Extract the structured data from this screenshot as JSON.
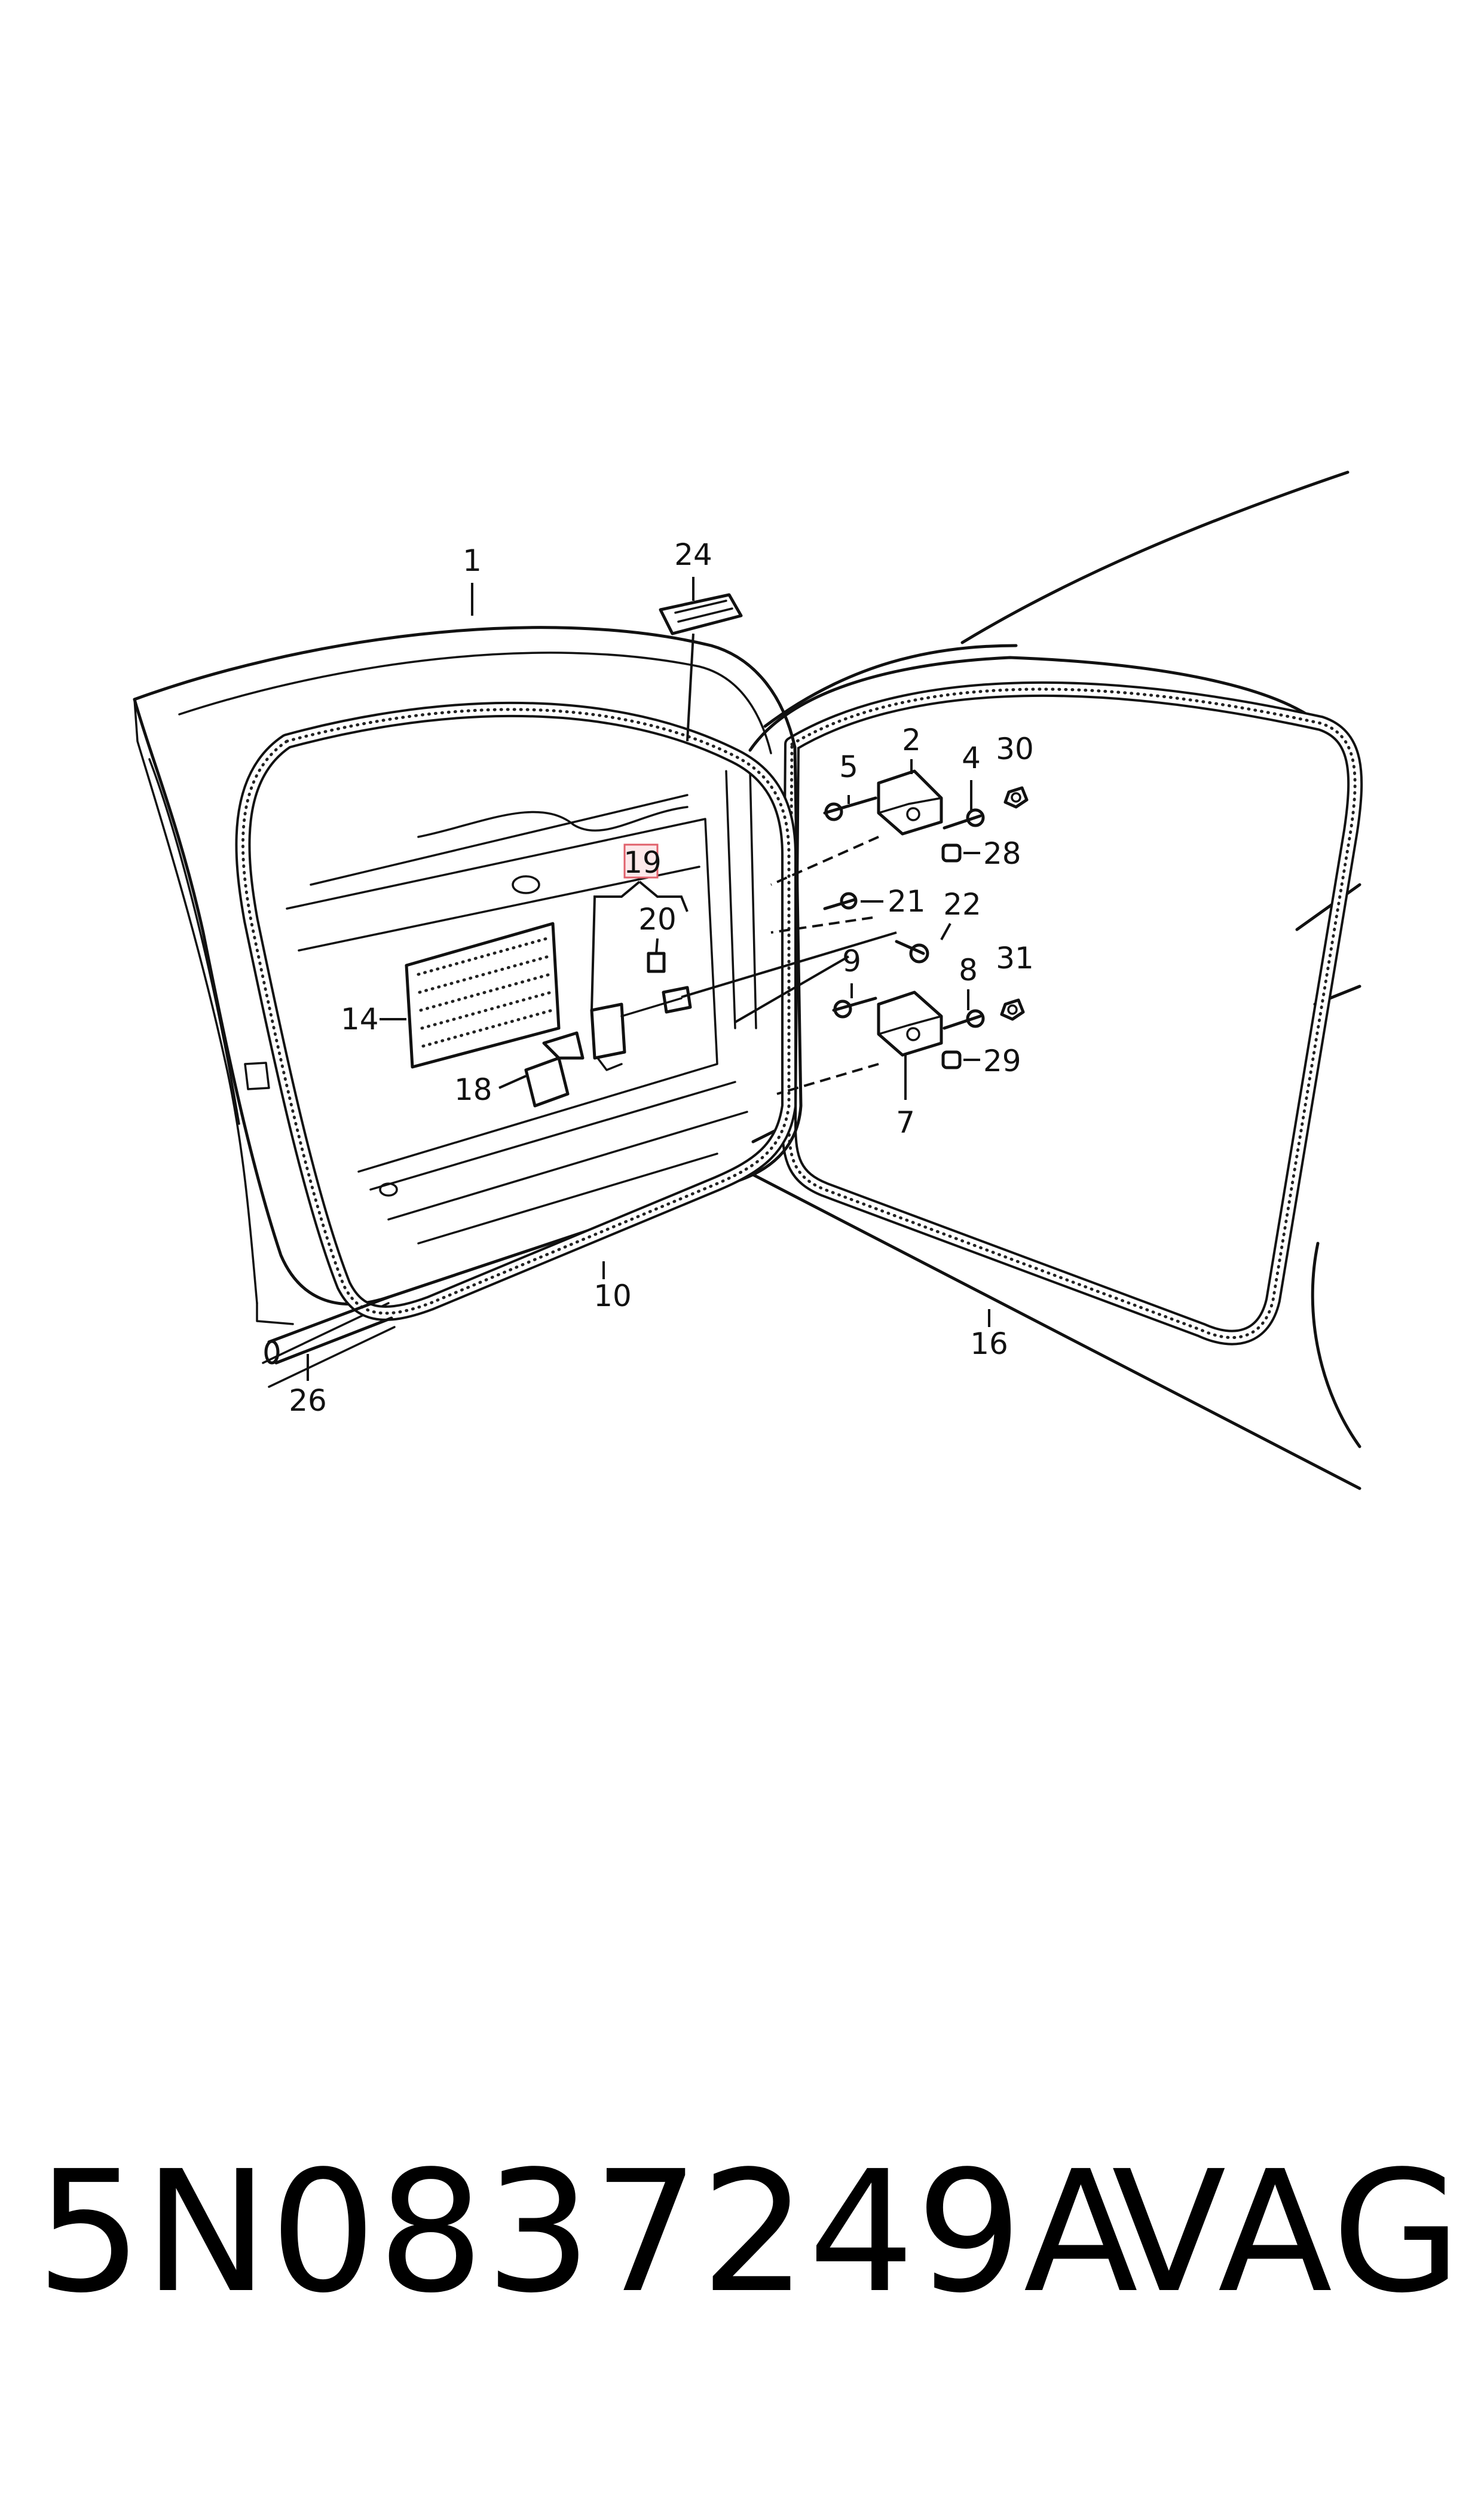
{
  "callouts": {
    "c1": "1",
    "c2": "2",
    "c4": "4",
    "c5": "5",
    "c7": "7",
    "c8": "8",
    "c9": "9",
    "c10": "10",
    "c14": "14",
    "c16": "16",
    "c18": "18",
    "c19": "19",
    "c20": "20",
    "c21": "21",
    "c22": "22",
    "c24": "24",
    "c26": "26",
    "c28": "28",
    "c29": "29",
    "c30": "30",
    "c31": "31"
  },
  "footer": {
    "part_number": "5N0837249A",
    "brand": "VAG"
  },
  "colors": {
    "line": "#111111",
    "highlight_fill": "#fde8ea",
    "highlight_stroke": "#e0606b"
  }
}
